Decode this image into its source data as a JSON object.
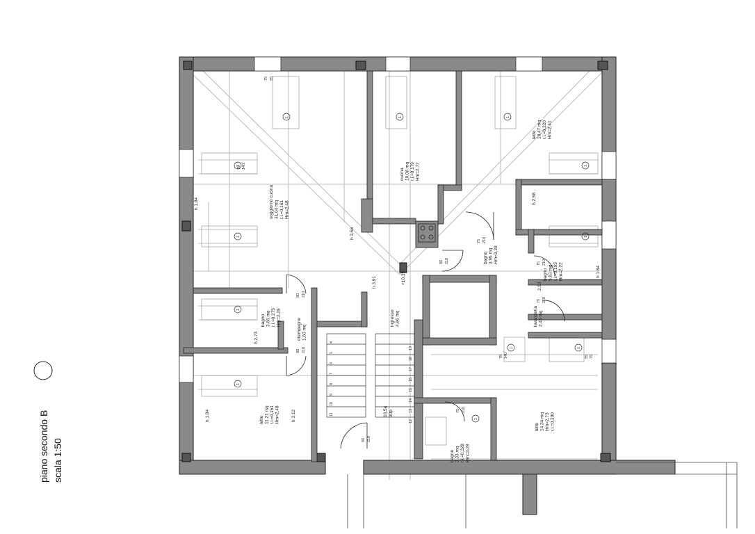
{
  "title": {
    "line1": "piano secondo B",
    "line2": "scala 1:50"
  },
  "rooms": [
    {
      "id": "soggiorno",
      "lines": [
        "soggiorno cucina",
        "31,04 mq",
        "r.i.=0,161",
        "Hm=2,48"
      ]
    },
    {
      "id": "cucina",
      "lines": [
        "cucina",
        "10,06 mq",
        "r.i.=0,179",
        "Hm=2,77"
      ]
    },
    {
      "id": "letto-ne",
      "lines": [
        "letto",
        "18,47 mq",
        "r.i.=0,220",
        "Hm=2,41"
      ]
    },
    {
      "id": "bagno-c",
      "lines": [
        "bagno",
        "3,95 mq",
        "Hm=3,30"
      ]
    },
    {
      "id": "bagno-e",
      "lines": [
        "bagno",
        "5,63 mq",
        "r.i.=0,193",
        "Hm=2,22"
      ]
    },
    {
      "id": "lavanderia",
      "lines": [
        "lavanderia",
        "2,45 mq"
      ]
    },
    {
      "id": "bagno-w",
      "lines": [
        "bagno",
        "3,66 mq",
        "r.i.=0,275",
        "Hm=2,28"
      ]
    },
    {
      "id": "disimpegno",
      "lines": [
        "disimpegno",
        "1,60 mq"
      ]
    },
    {
      "id": "ingresso",
      "lines": [
        "ingresso",
        "4,96 mq"
      ]
    },
    {
      "id": "letto-sw",
      "lines": [
        "letto",
        "11,21 mq",
        "r.i.=0,161",
        "Hm=2,48"
      ]
    },
    {
      "id": "bagno-s",
      "lines": [
        "bagno",
        "3,33 mq",
        "r.i.=0,328",
        "Hm=3,28"
      ]
    },
    {
      "id": "letto-se",
      "lines": [
        "letto",
        "14,34 mq",
        "Hm=2,73",
        "r.i.=0,200"
      ]
    }
  ],
  "heights": [
    "h 1,84",
    "h 3,56",
    "h 3,91",
    "+10,35",
    "h 2,73",
    "h 1,84",
    "h 3,12",
    "h 2,58",
    "h 1,84",
    "2,53"
  ],
  "door_labels": [
    "80",
    "210",
    "75",
    "210",
    "80",
    "210",
    "75",
    "210",
    "75",
    "210",
    "80",
    "210",
    "90",
    "210",
    "75",
    "210"
  ],
  "window_labels": [
    "78",
    "140",
    "75",
    "95",
    "78",
    "140",
    "95",
    "75"
  ],
  "stair": {
    "label1": "16,5a",
    "label2": "30p",
    "numbers_left": [
      "4",
      "5",
      "6",
      "7",
      "8",
      "9",
      "10",
      "11"
    ],
    "numbers_right": [
      "19",
      "18",
      "17",
      "16",
      "15",
      "14",
      "13",
      "12"
    ]
  },
  "vent_marks": [
    "1",
    "1",
    "1",
    "1",
    "1",
    "1",
    "1",
    "1",
    "1",
    "1",
    "1",
    "1"
  ]
}
